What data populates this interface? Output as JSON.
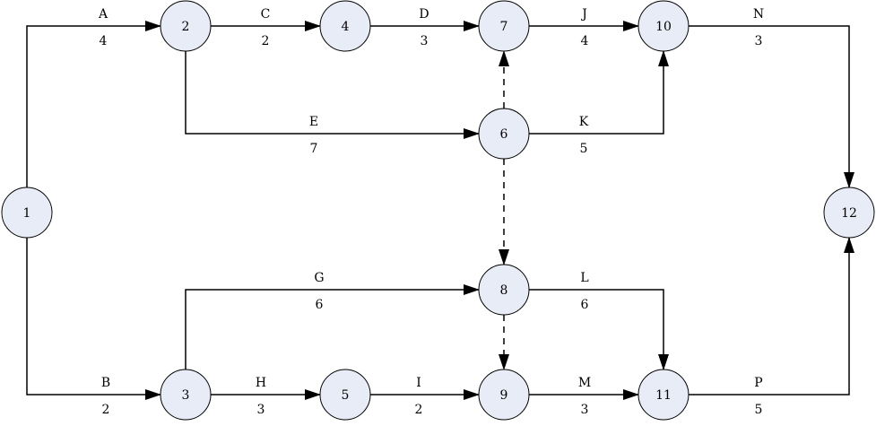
{
  "diagram": {
    "node_fill": "#e8ecf6",
    "line_color": "#000000",
    "nodes": [
      "1",
      "2",
      "3",
      "4",
      "5",
      "6",
      "7",
      "8",
      "9",
      "10",
      "11",
      "12"
    ],
    "activities": [
      {
        "from": "1",
        "to": "2",
        "name": "A",
        "duration": "4"
      },
      {
        "from": "1",
        "to": "3",
        "name": "B",
        "duration": "2"
      },
      {
        "from": "2",
        "to": "4",
        "name": "C",
        "duration": "2"
      },
      {
        "from": "4",
        "to": "7",
        "name": "D",
        "duration": "3"
      },
      {
        "from": "2",
        "to": "6",
        "name": "E",
        "duration": "7"
      },
      {
        "from": "3",
        "to": "8",
        "name": "G",
        "duration": "6"
      },
      {
        "from": "3",
        "to": "5",
        "name": "H",
        "duration": "3"
      },
      {
        "from": "5",
        "to": "9",
        "name": "I",
        "duration": "2"
      },
      {
        "from": "7",
        "to": "10",
        "name": "J",
        "duration": "4"
      },
      {
        "from": "6",
        "to": "10",
        "name": "K",
        "duration": "5"
      },
      {
        "from": "8",
        "to": "11",
        "name": "L",
        "duration": "6"
      },
      {
        "from": "9",
        "to": "11",
        "name": "M",
        "duration": "3"
      },
      {
        "from": "10",
        "to": "12",
        "name": "N",
        "duration": "3"
      },
      {
        "from": "11",
        "to": "12",
        "name": "P",
        "duration": "5"
      }
    ],
    "dummies": [
      {
        "from": "6",
        "to": "7"
      },
      {
        "from": "6",
        "to": "8"
      },
      {
        "from": "8",
        "to": "9"
      }
    ]
  }
}
